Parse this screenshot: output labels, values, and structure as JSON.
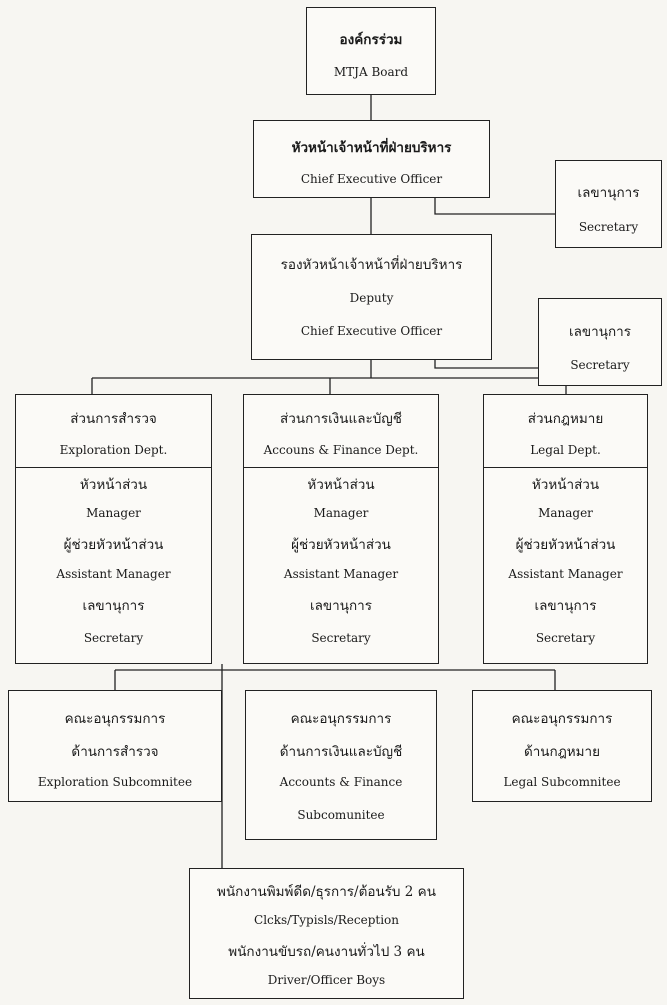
{
  "board": {
    "th": "องค์กรร่วม",
    "en": "MTJA Board"
  },
  "ceo": {
    "th": "หัวหน้าเจ้าหน้าที่ฝ่ายบริหาร",
    "en": "Chief Executive Officer"
  },
  "ceo_secretary": {
    "th": "เลขานุการ",
    "en": "Secretary"
  },
  "deputy": {
    "th": "รองหัวหน้าเจ้าหน้าที่ฝ่ายบริหาร",
    "en1": "Deputy",
    "en2": "Chief Executive Officer"
  },
  "deputy_secretary": {
    "th": "เลขานุการ",
    "en": "Secretary"
  },
  "departments": [
    {
      "th": "ส่วนการสำรวจ",
      "en": "Exploration Dept.",
      "roles": [
        "หัวหน้าส่วน",
        "Manager",
        "ผู้ช่วยหัวหน้าส่วน",
        "Assistant Manager",
        "เลขานุการ",
        "Secretary"
      ]
    },
    {
      "th": "ส่วนการเงินและบัญชี",
      "en": "Accouns & Finance Dept.",
      "roles": [
        "หัวหน้าส่วน",
        "Manager",
        "ผู้ช่วยหัวหน้าส่วน",
        "Assistant Manager",
        "เลขานุการ",
        "Secretary"
      ]
    },
    {
      "th": "ส่วนกฎหมาย",
      "en": "Legal Dept.",
      "roles": [
        "หัวหน้าส่วน",
        "Manager",
        "ผู้ช่วยหัวหน้าส่วน",
        "Assistant Manager",
        "เลขานุการ",
        "Secretary"
      ]
    }
  ],
  "subcommittees": [
    {
      "lines": [
        "คณะอนุกรรมการ",
        "ด้านการสำรวจ",
        "Exploration Subcomnitee"
      ]
    },
    {
      "lines": [
        "คณะอนุกรรมการ",
        "ด้านการเงินและบัญชี",
        "Accounts & Finance",
        "Subcomunitee"
      ]
    },
    {
      "lines": [
        "คณะอนุกรรมการ",
        "ด้านกฎหมาย",
        "Legal Subcomnitee"
      ]
    }
  ],
  "staff": {
    "lines": [
      "พนักงานพิมพ์ดีด/ธุรการ/ต้อนรับ 2 คน",
      "Clcks/Typisls/Reception",
      "พนักงานขับรถ/คนงานทั่วไป 3 คน",
      "Driver/Officer Boys"
    ]
  }
}
